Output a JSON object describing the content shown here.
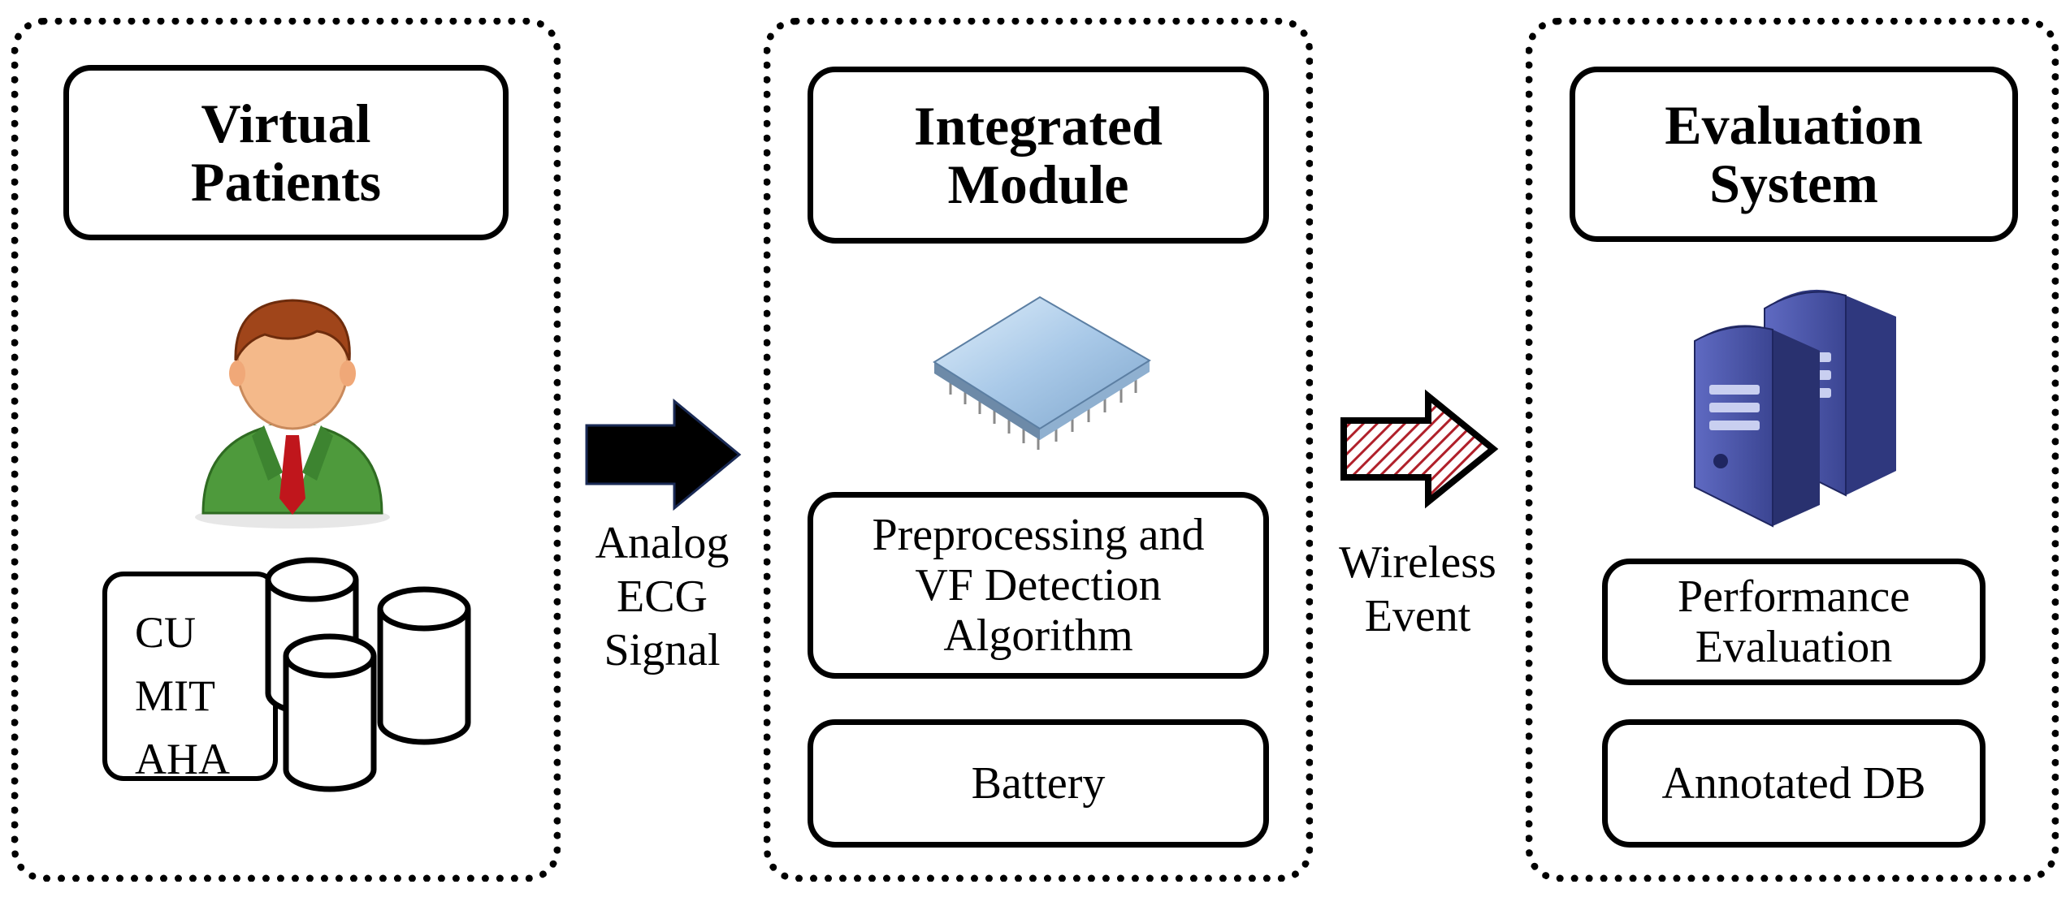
{
  "panels": {
    "virtual_patients": {
      "title": "Virtual\nPatients",
      "databases": [
        "CU",
        "MIT",
        "AHA"
      ]
    },
    "integrated_module": {
      "title": "Integrated\nModule",
      "algorithm": "Preprocessing  and\nVF Detection\nAlgorithm",
      "battery": "Battery"
    },
    "evaluation_system": {
      "title": "Evaluation\nSystem",
      "performance": "Performance\nEvaluation",
      "annotated_db": "Annotated DB"
    }
  },
  "connectors": {
    "analog": "Analog\nECG\nSignal",
    "wireless": "Wireless\nEvent"
  },
  "icons": {
    "patient": "user-icon",
    "chip": "microchip-icon",
    "servers": "server-icon",
    "database": "database-cylinder-icon"
  },
  "colors": {
    "suit_green": "#4e9a3c",
    "tie_red": "#c0161c",
    "hair_brown": "#a0451a",
    "skin": "#f4b98a",
    "chip_blue": "#a9c9e8",
    "server_blue": "#4a55a8",
    "hatch_red": "#b0202a"
  }
}
